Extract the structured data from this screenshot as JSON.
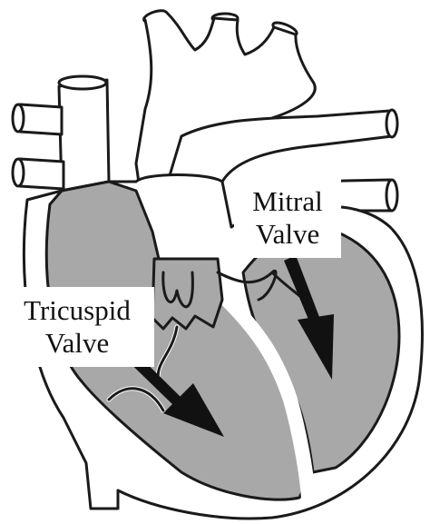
{
  "labels": {
    "mitral": {
      "line1": "Mitral",
      "line2": "Valve"
    },
    "tricuspid": {
      "line1": "Tricuspid",
      "line2": "Valve"
    }
  },
  "colors": {
    "chamber_fill": "#a8a8a8",
    "outline": "#1a1a1a",
    "arrow": "#111111",
    "background": "#ffffff"
  }
}
